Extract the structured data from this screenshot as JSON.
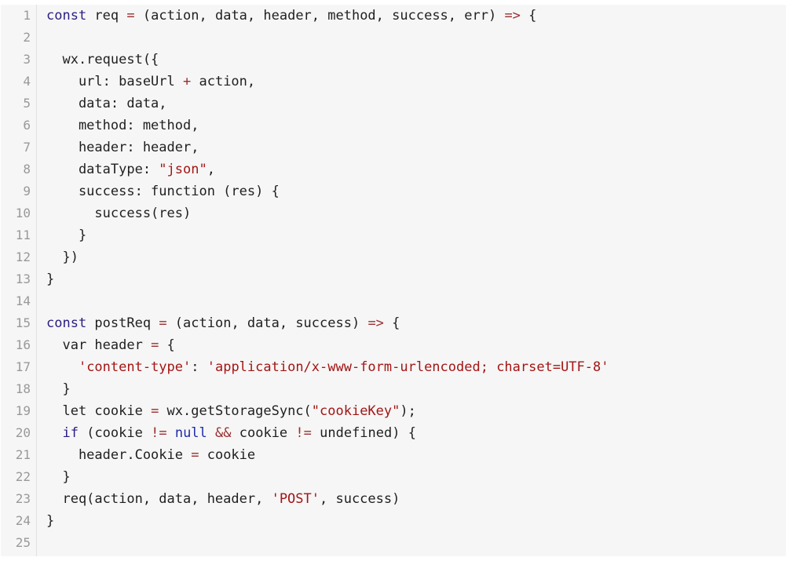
{
  "editor": {
    "lines": [
      {
        "n": "1",
        "tokens": [
          {
            "t": "const",
            "c": "kw"
          },
          {
            "t": " req "
          },
          {
            "t": "=",
            "c": "op"
          },
          {
            "t": " (action, data, header, method, success, err) "
          },
          {
            "t": "=>",
            "c": "op"
          },
          {
            "t": " {"
          }
        ]
      },
      {
        "n": "2",
        "tokens": []
      },
      {
        "n": "3",
        "tokens": [
          {
            "t": "  wx.request({"
          }
        ]
      },
      {
        "n": "4",
        "tokens": [
          {
            "t": "    url: baseUrl "
          },
          {
            "t": "+",
            "c": "op"
          },
          {
            "t": " action,"
          }
        ]
      },
      {
        "n": "5",
        "tokens": [
          {
            "t": "    data: data,"
          }
        ]
      },
      {
        "n": "6",
        "tokens": [
          {
            "t": "    method: method,"
          }
        ]
      },
      {
        "n": "7",
        "tokens": [
          {
            "t": "    header: header,"
          }
        ]
      },
      {
        "n": "8",
        "tokens": [
          {
            "t": "    dataType: "
          },
          {
            "t": "\"json\"",
            "c": "str"
          },
          {
            "t": ","
          }
        ]
      },
      {
        "n": "9",
        "tokens": [
          {
            "t": "    success: function (res) {"
          }
        ]
      },
      {
        "n": "10",
        "tokens": [
          {
            "t": "      success(res)"
          }
        ]
      },
      {
        "n": "11",
        "tokens": [
          {
            "t": "    }"
          }
        ]
      },
      {
        "n": "12",
        "tokens": [
          {
            "t": "  })"
          }
        ]
      },
      {
        "n": "13",
        "tokens": [
          {
            "t": "}"
          }
        ]
      },
      {
        "n": "14",
        "tokens": []
      },
      {
        "n": "15",
        "tokens": [
          {
            "t": "const",
            "c": "kw"
          },
          {
            "t": " postReq "
          },
          {
            "t": "=",
            "c": "op"
          },
          {
            "t": " (action, data, success) "
          },
          {
            "t": "=>",
            "c": "op"
          },
          {
            "t": " {"
          }
        ]
      },
      {
        "n": "16",
        "tokens": [
          {
            "t": "  var header "
          },
          {
            "t": "=",
            "c": "op"
          },
          {
            "t": " {"
          }
        ]
      },
      {
        "n": "17",
        "tokens": [
          {
            "t": "    "
          },
          {
            "t": "'content-type'",
            "c": "str"
          },
          {
            "t": ": "
          },
          {
            "t": "'application/x-www-form-urlencoded; charset=UTF-8'",
            "c": "str"
          }
        ]
      },
      {
        "n": "18",
        "tokens": [
          {
            "t": "  }"
          }
        ]
      },
      {
        "n": "19",
        "tokens": [
          {
            "t": "  let cookie "
          },
          {
            "t": "=",
            "c": "op"
          },
          {
            "t": " wx.getStorageSync("
          },
          {
            "t": "\"cookieKey\"",
            "c": "str"
          },
          {
            "t": ");"
          }
        ]
      },
      {
        "n": "20",
        "tokens": [
          {
            "t": "  "
          },
          {
            "t": "if",
            "c": "kw"
          },
          {
            "t": " (cookie "
          },
          {
            "t": "!=",
            "c": "op"
          },
          {
            "t": " "
          },
          {
            "t": "null",
            "c": "nil"
          },
          {
            "t": " "
          },
          {
            "t": "&&",
            "c": "op"
          },
          {
            "t": " cookie "
          },
          {
            "t": "!=",
            "c": "op"
          },
          {
            "t": " undefined) {"
          }
        ]
      },
      {
        "n": "21",
        "tokens": [
          {
            "t": "    header.Cookie "
          },
          {
            "t": "=",
            "c": "op"
          },
          {
            "t": " cookie"
          }
        ]
      },
      {
        "n": "22",
        "tokens": [
          {
            "t": "  }"
          }
        ]
      },
      {
        "n": "23",
        "tokens": [
          {
            "t": "  req(action, data, header, "
          },
          {
            "t": "'POST'",
            "c": "str"
          },
          {
            "t": ", success)"
          }
        ]
      },
      {
        "n": "24",
        "tokens": [
          {
            "t": "}"
          }
        ]
      },
      {
        "n": "25",
        "tokens": []
      }
    ]
  },
  "colors": {
    "background": "#f6f6f6",
    "keyword": "#2a1d82",
    "operator": "#9b2d2d",
    "string": "#a31515",
    "null": "#1d2ba8",
    "line_number": "#999999"
  }
}
